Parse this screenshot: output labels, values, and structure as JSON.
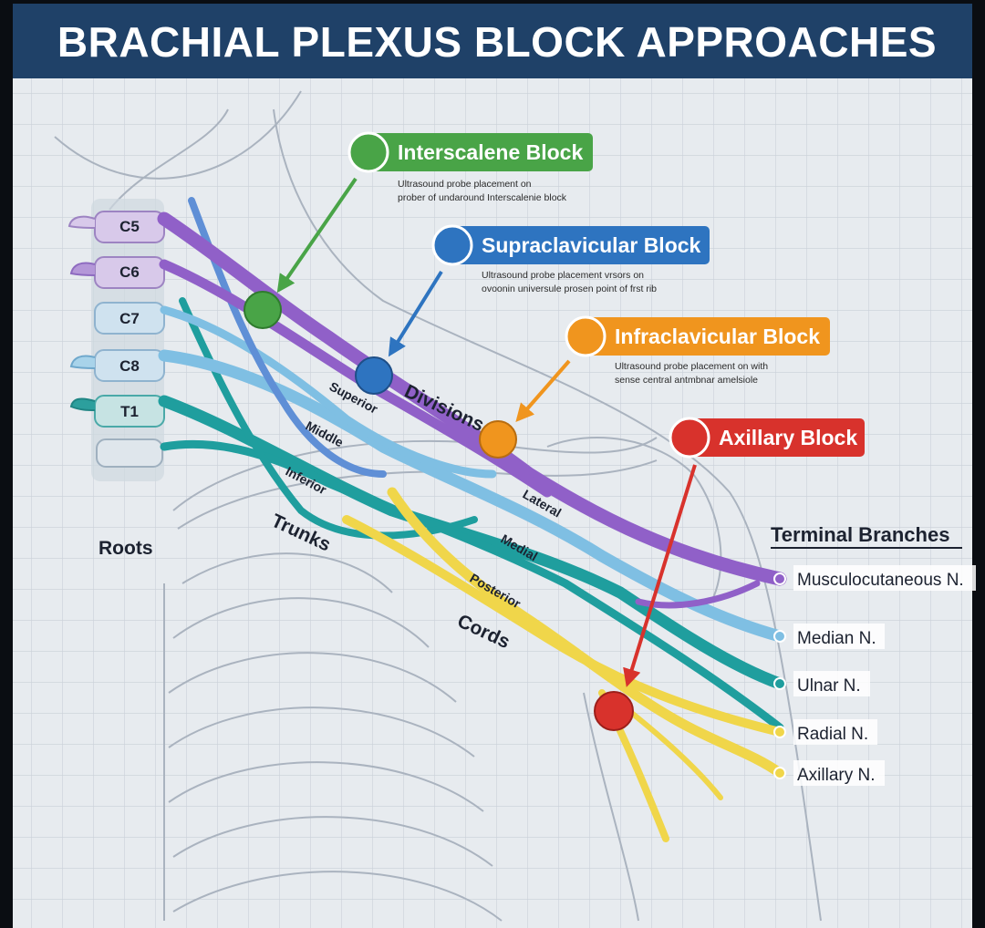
{
  "title": "BRACHIAL PLEXUS BLOCK APPROACHES",
  "colors": {
    "title_bar": "#1f4168",
    "grid_bg": "#e7ebef",
    "interscalene": "#49a447",
    "supraclavicular": "#2e74c0",
    "infraclavicular": "#f0951e",
    "axillary": "#d8322c",
    "nerve_purple": "#9060c8",
    "nerve_blue": "#7fbfe3",
    "nerve_teal": "#1f9e9e",
    "nerve_yellow": "#f0d64a"
  },
  "blocks": {
    "interscalene": {
      "label": "Interscalene Block",
      "desc_1": "Ultrasound probe placement on",
      "desc_2": "prober of undaround Interscalenie block"
    },
    "supraclavicular": {
      "label": "Supraclavicular Block",
      "desc_1": "Ultrasound probe placement vrsors on",
      "desc_2": "ovoonin universule prosen point of frst rib"
    },
    "infraclavicular": {
      "label": "Infraclavicular Block",
      "desc_1": "Ultrasound probe placement on with",
      "desc_2": "sense central antmbnar amelsiole"
    },
    "axillary": {
      "label": "Axillary Block"
    }
  },
  "vertebrae": [
    "C5",
    "C6",
    "C7",
    "C8",
    "T1"
  ],
  "regions": {
    "roots": "Roots",
    "trunks": "Trunks",
    "divisions": "Divisions",
    "cords": "Cords"
  },
  "segments": {
    "superior": "Superior",
    "middle": "Middle",
    "inferior": "Inferior",
    "lateral": "Lateral",
    "medial": "Medial",
    "posterior": "Posterior"
  },
  "terminal": {
    "heading": "Terminal Branches",
    "items": [
      "Musculocutaneous N.",
      "Median N.",
      "Ulnar N.",
      "Radial N.",
      "Axillary N."
    ]
  }
}
